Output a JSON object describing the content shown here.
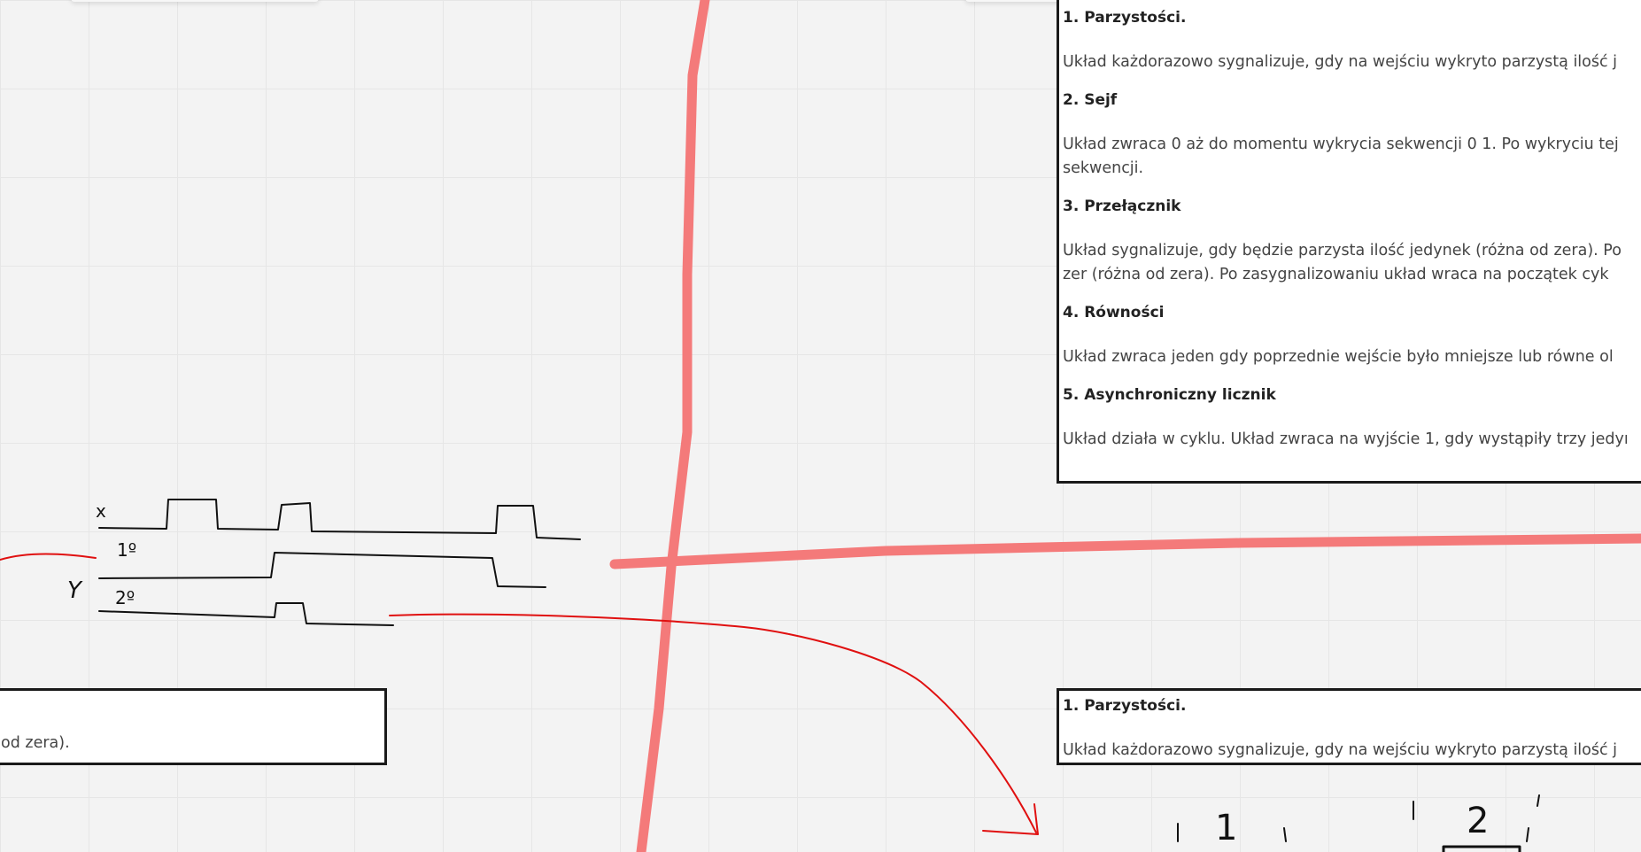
{
  "top_card": {
    "sections": [
      {
        "heading": "1. Parzystości.",
        "lines": [
          "Układ każdorazowo sygnalizuje, gdy na wejściu wykryto parzystą ilość j"
        ]
      },
      {
        "heading": "2. Sejf",
        "lines": [
          "Układ zwraca 0 aż do momentu wykrycia sekwencji 0 1. Po wykryciu tej",
          "sekwencji."
        ]
      },
      {
        "heading": "3. Przełącznik",
        "lines": [
          "Układ sygnalizuje, gdy będzie parzysta ilość jedynek (różna od zera). Po",
          "zer (różna od zera). Po zasygnalizowaniu układ wraca na początek cyk"
        ]
      },
      {
        "heading": "4. Równości",
        "lines": [
          "Układ zwraca jeden gdy poprzednie wejście było mniejsze lub równe ol"
        ]
      },
      {
        "heading": "5. Asynchroniczny licznik",
        "lines": [
          "Układ działa w cyklu. Układ zwraca na wyjście 1, gdy wystąpiły trzy jedyı"
        ]
      }
    ]
  },
  "bottom_right_card": {
    "heading": "1. Parzystości.",
    "line": "Układ każdorazowo sygnalizuje, gdy na wejściu wykryto parzystą ilość j"
  },
  "bottom_left_card": {
    "line": "od zera)."
  },
  "sketch": {
    "labels": {
      "x": "x",
      "y": "Y",
      "one": "1º",
      "two": "2º",
      "mark1": "1",
      "mark2": "2"
    }
  },
  "colors": {
    "marker_thick": "#f47a7a",
    "marker_thin": "#e01010",
    "ink": "#111111"
  }
}
